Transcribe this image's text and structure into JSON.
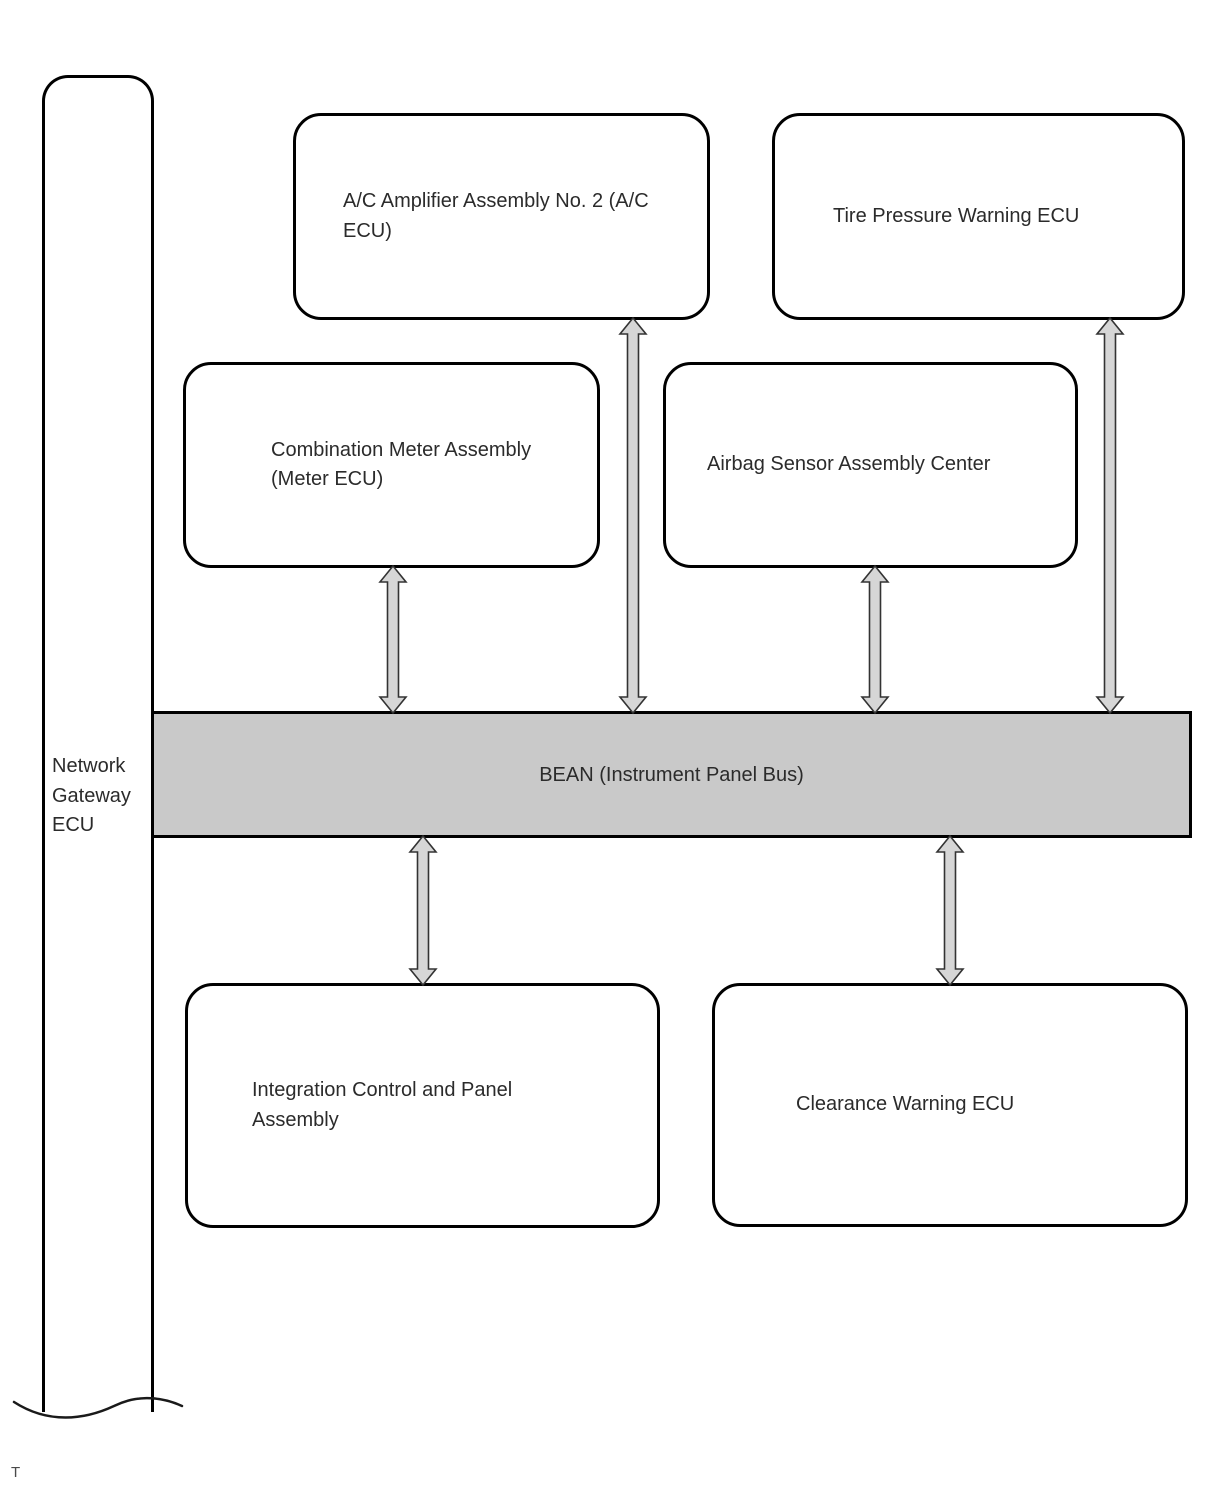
{
  "diagram": {
    "kind": "vehicle-network-block-diagram"
  },
  "colors": {
    "background": "#ffffff",
    "box_border": "#000000",
    "bus_fill": "#c9c9c9",
    "arrow_fill": "#d6d6d6",
    "arrow_stroke": "#333333",
    "text": "#2b2b2b"
  },
  "gateway": {
    "label": "Network\nGateway\nECU"
  },
  "bus": {
    "label": "BEAN (Instrument Panel Bus)"
  },
  "nodes": [
    {
      "id": "ac-amplifier",
      "label": "A/C Amplifier Assembly No. 2 (A/C\nECU)"
    },
    {
      "id": "tire-pressure-warning",
      "label": "Tire Pressure Warning ECU"
    },
    {
      "id": "combination-meter",
      "label": "Combination Meter Assembly\n(Meter ECU)"
    },
    {
      "id": "airbag-sensor-center",
      "label": "Airbag Sensor Assembly Center"
    },
    {
      "id": "integration-control-panel",
      "label": "Integration Control and Panel\nAssembly"
    },
    {
      "id": "clearance-warning",
      "label": "Clearance Warning ECU"
    }
  ],
  "footnote": "T"
}
